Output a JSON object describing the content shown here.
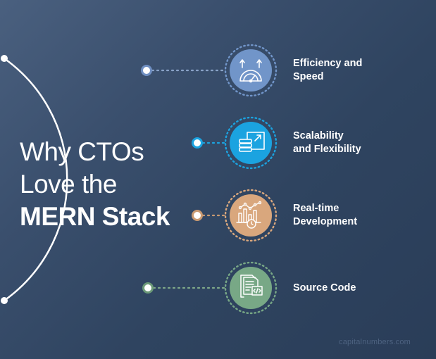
{
  "title": {
    "line1": "Why CTOs",
    "line2": "Love the",
    "line3": "MERN Stack"
  },
  "items": [
    {
      "label": "Efficiency and\nSpeed",
      "icon": "speedometer-icon",
      "color": "#7195c9",
      "node_color": "#6f8fc2"
    },
    {
      "label": "Scalability\nand Flexibility",
      "icon": "scale-database-icon",
      "color": "#1ba3e0",
      "node_color": "#1ba3e0"
    },
    {
      "label": "Real-time\nDevelopment",
      "icon": "bar-chart-clock-icon",
      "color": "#d9a77d",
      "node_color": "#c99a72"
    },
    {
      "label": "Source Code",
      "icon": "code-document-icon",
      "color": "#78a886",
      "node_color": "#6c9a78"
    }
  ],
  "watermark": "capitalnumbers.com",
  "colors": {
    "background": "#2f4460",
    "arc": "#ffffff"
  }
}
